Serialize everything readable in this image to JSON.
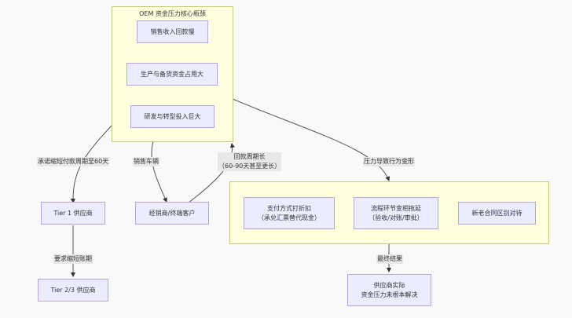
{
  "diagram": {
    "clusters": {
      "core": {
        "title": "OEM 资金压力核心瓶颈",
        "nodes": [
          {
            "id": "sales_slow",
            "label": "销售收入回款慢"
          },
          {
            "id": "prod_capital",
            "label": "生产与备货资金占用大"
          },
          {
            "id": "rd_invest",
            "label": "研发与转型投入巨大"
          }
        ]
      },
      "behavior": {
        "title": "",
        "nodes": [
          {
            "id": "pay_discount",
            "label": "支付方式打折扣\n（承兑汇票替代现金）"
          },
          {
            "id": "process_delay",
            "label": "流程环节变相拖延\n（验收/对账/审批）"
          },
          {
            "id": "contract_diff",
            "label": "新老合同区别对待"
          }
        ]
      }
    },
    "nodes": {
      "tier1": "Tier 1 供应商",
      "tier23": "Tier 2/3 供应商",
      "dealer": "经销商/终端客户",
      "result": "供应商实际\n资金压力未根本解决"
    },
    "edges": [
      {
        "from": "core",
        "to": "tier1",
        "label": "承诺缩短付款周期至60天"
      },
      {
        "from": "tier1",
        "to": "tier23",
        "label": "要求缩短账期"
      },
      {
        "from": "core",
        "to": "dealer",
        "label": "销售车辆"
      },
      {
        "from": "dealer",
        "to": "core",
        "label": "回款周期长\n（60-90天甚至更长）"
      },
      {
        "from": "core",
        "to": "behavior",
        "label": "压力导致行为变形"
      },
      {
        "from": "behavior",
        "to": "result",
        "label": "最终结果"
      }
    ],
    "colors": {
      "node_fill": "#ececff",
      "node_stroke": "#b9a4e0",
      "cluster_fill": "#ffffde",
      "cluster_stroke": "#c8c87a",
      "edge": "#555555",
      "label_bg": "#e8e8e8"
    }
  }
}
